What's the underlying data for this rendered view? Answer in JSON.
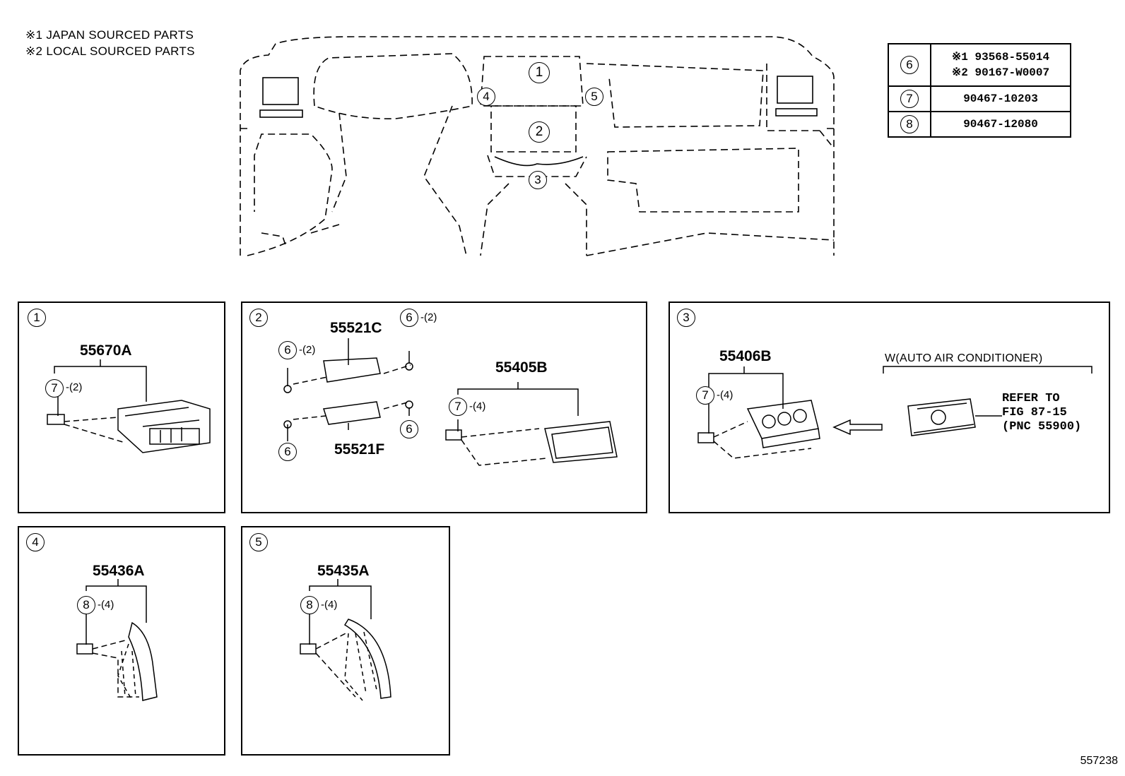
{
  "legend": [
    "※1 JAPAN SOURCED PARTS",
    "※2 LOCAL SOURCED PARTS"
  ],
  "overview": {
    "callouts": [
      "1",
      "2",
      "3",
      "4",
      "5"
    ]
  },
  "parts_table": {
    "rows": [
      {
        "ref": "6",
        "numbers": [
          "※1 93568-55014",
          "※2 90167-W0007"
        ]
      },
      {
        "ref": "7",
        "numbers": [
          "90467-10203"
        ]
      },
      {
        "ref": "8",
        "numbers": [
          "90467-12080"
        ]
      }
    ]
  },
  "panels": {
    "p1": {
      "id": "1",
      "part": "55670A",
      "fastener": "7",
      "qty": "-(2)"
    },
    "p2": {
      "id": "2",
      "part_a": "55521C",
      "part_b": "55521F",
      "part_c": "55405B",
      "fastener_a": "6",
      "qty_a": "-(2)",
      "fastener_b": "6",
      "qty_b": "-(2)",
      "fastener_c": "6",
      "fastener_d": "6",
      "fastener_e": "7",
      "qty_e": "-(4)"
    },
    "p3": {
      "id": "3",
      "part": "55406B",
      "fastener": "7",
      "qty": "-(4)",
      "condition": "W(AUTO AIR CONDITIONER)",
      "refer": [
        "REFER TO",
        "FIG 87-15",
        "(PNC 55900)"
      ]
    },
    "p4": {
      "id": "4",
      "part": "55436A",
      "fastener": "8",
      "qty": "-(4)"
    },
    "p5": {
      "id": "5",
      "part": "55435A",
      "fastener": "8",
      "qty": "-(4)"
    }
  },
  "diagram_id": "557238"
}
